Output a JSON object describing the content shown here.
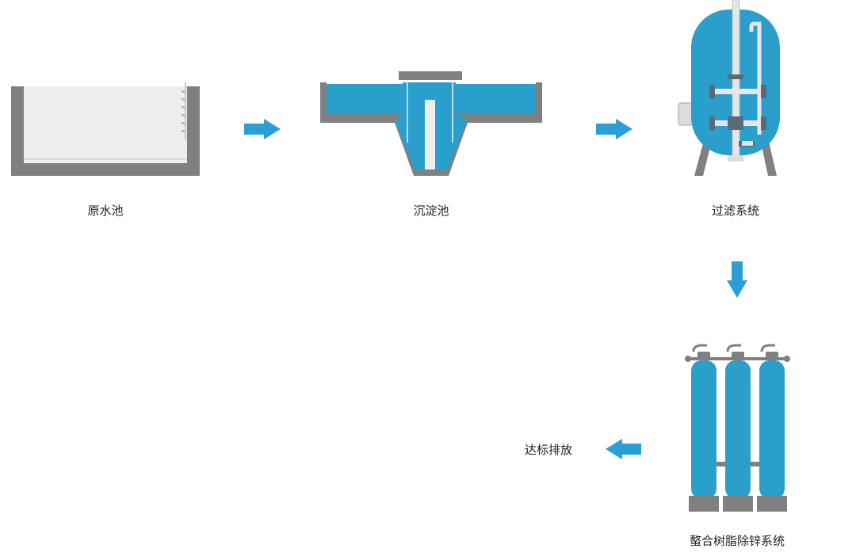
{
  "stages": [
    {
      "id": "raw-water-pool",
      "label": "原水池"
    },
    {
      "id": "settling-tank",
      "label": "沉淀池"
    },
    {
      "id": "filtration-system",
      "label": "过滤系统"
    },
    {
      "id": "chelating-resin-zinc-removal",
      "label": "螯合树脂除锌系统"
    },
    {
      "id": "discharge",
      "label": "达标排放"
    }
  ],
  "flow": [
    "raw-water-pool",
    "settling-tank",
    "filtration-system",
    "chelating-resin-zinc-removal",
    "discharge"
  ],
  "colors": {
    "water": "#2a9fcc",
    "arrow": "#2a9fd6",
    "concrete": "#808080",
    "concrete_dark": "#6f6f6f",
    "pool_fill": "#eeeeee",
    "pipe": "#e6e6e6",
    "valve": "#5a6a78"
  }
}
